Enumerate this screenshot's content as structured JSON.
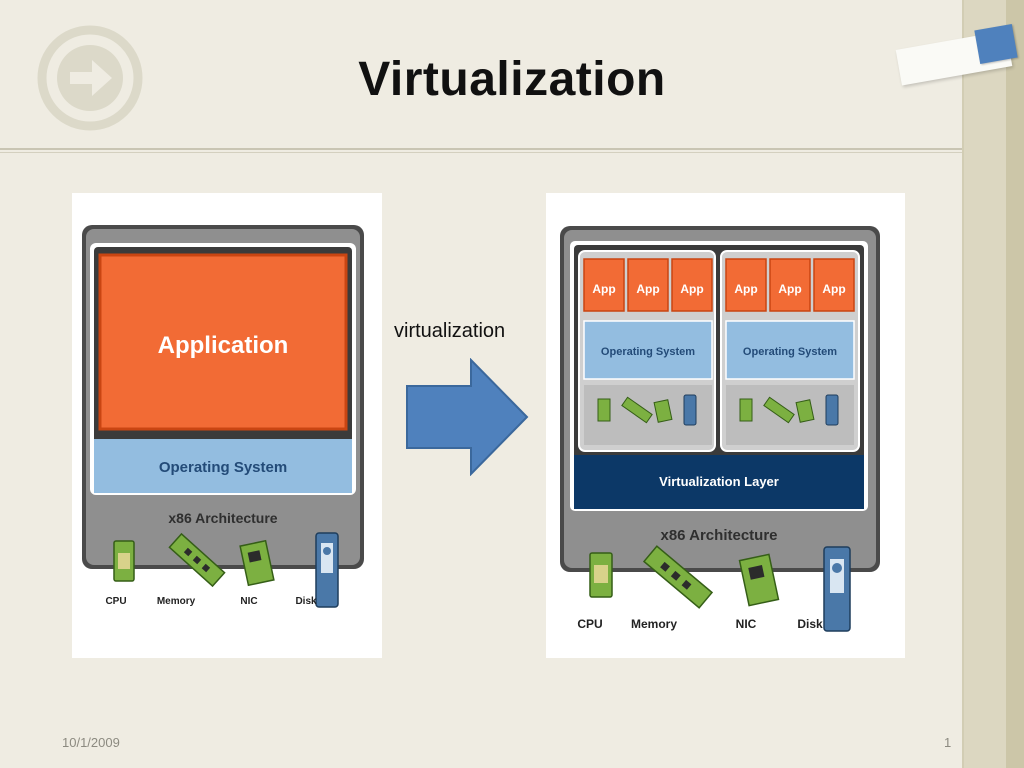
{
  "slide": {
    "title": "Virtualization",
    "date": "10/1/2009",
    "page_number": "1"
  },
  "arrow": {
    "label": "virtualization",
    "color": "#4f81bd"
  },
  "left_diagram": {
    "app_label": "Application",
    "os_label": "Operating System",
    "arch_label": "x86 Architecture",
    "hardware": [
      "CPU",
      "Memory",
      "NIC",
      "Disk"
    ]
  },
  "right_diagram": {
    "vm1": {
      "apps": [
        "App",
        "App",
        "App"
      ],
      "os_label": "Operating System"
    },
    "vm2": {
      "apps": [
        "App",
        "App",
        "App"
      ],
      "os_label": "Operating System"
    },
    "layer_label": "Virtualization Layer",
    "arch_label": "x86 Architecture",
    "hardware": [
      "CPU",
      "Memory",
      "NIC",
      "Disk"
    ]
  },
  "colors": {
    "app_orange": "#f26b35",
    "os_blue": "#93bde0",
    "layer_navy": "#0c3867",
    "chassis_gray": "#8f8f8f",
    "chip_green": "#7cb041",
    "accent_blue": "#4f81bd"
  }
}
